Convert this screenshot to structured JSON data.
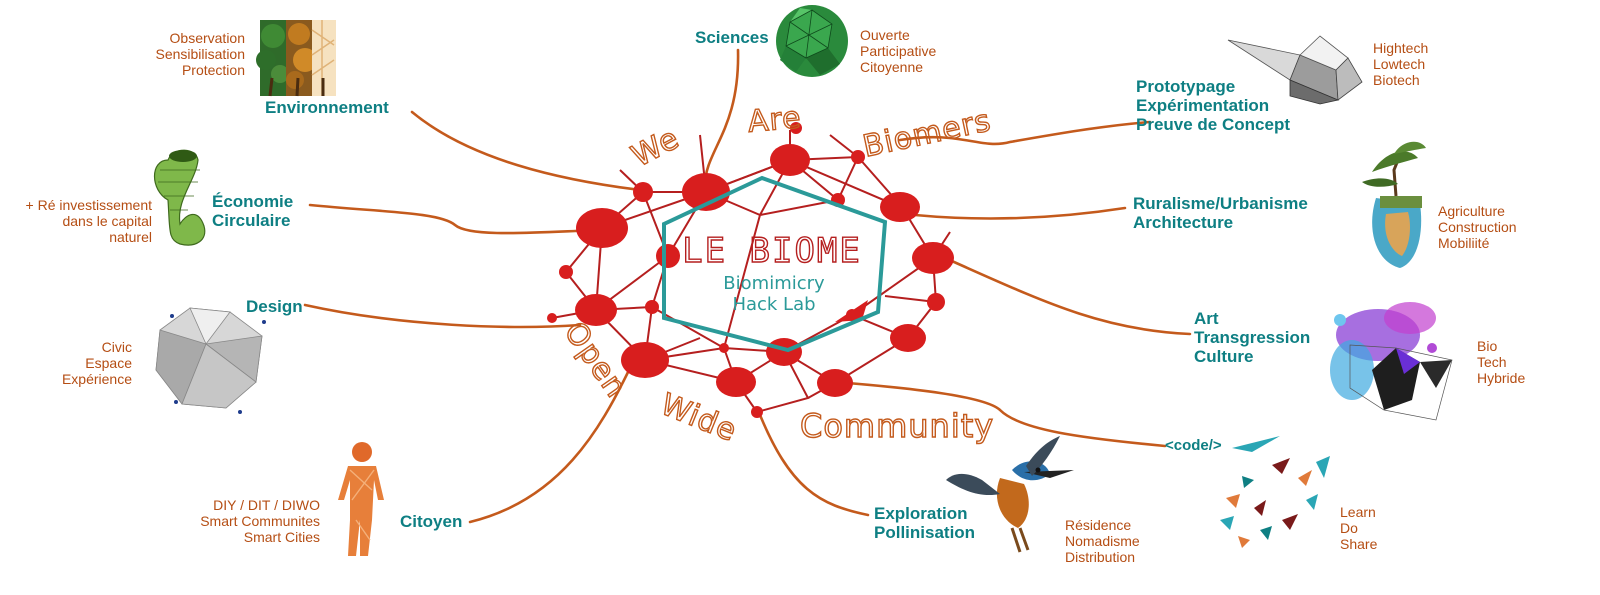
{
  "center": {
    "title": "LE BIOME",
    "subtitle_lines": [
      "Biomimicry",
      "Hack Lab"
    ]
  },
  "ring_words": [
    "We",
    "Are",
    "Biomers",
    "Open",
    "Wide",
    "Community"
  ],
  "nodes": [
    {
      "id": "environnement",
      "title_lines": [
        "Environnement"
      ],
      "sub_lines": [
        "Observation",
        "Sensibilisation",
        "Protection"
      ],
      "icon": "tree-seasons-icon"
    },
    {
      "id": "sciences",
      "title_lines": [
        "Sciences"
      ],
      "sub_lines": [
        "Ouverte",
        "Participative",
        "Citoyenne"
      ],
      "icon": "green-geodesic-sphere-icon"
    },
    {
      "id": "prototypage",
      "title_lines": [
        "Prototypage",
        "Expérimentation",
        "Preuve de Concept"
      ],
      "sub_lines": [
        "Hightech",
        "Lowtech",
        "Biotech"
      ],
      "icon": "folded-paper-shape-icon"
    },
    {
      "id": "ruralisme",
      "title_lines": [
        "Ruralisme/Urbanisme",
        "Architecture"
      ],
      "sub_lines": [
        "Agriculture",
        "Construction",
        "Mobiliité"
      ],
      "icon": "floating-island-icon"
    },
    {
      "id": "art",
      "title_lines": [
        "Art",
        "Transgression",
        "Culture"
      ],
      "sub_lines": [
        "Bio",
        "Tech",
        "Hybride"
      ],
      "icon": "paint-splash-polygon-icon"
    },
    {
      "id": "code",
      "title_lines": [
        "<code/>"
      ],
      "sub_lines": [
        "Learn",
        "Do",
        "Share"
      ],
      "icon": "scattered-shards-icon"
    },
    {
      "id": "exploration",
      "title_lines": [
        "Exploration",
        "Pollinisation"
      ],
      "sub_lines": [
        "Résidence",
        "Nomadisme",
        "Distribution"
      ],
      "icon": "kingfisher-bird-icon"
    },
    {
      "id": "citoyen",
      "title_lines": [
        "Citoyen"
      ],
      "sub_lines": [
        "DIY / DIT / DIWO",
        "Smart Communites",
        "Smart Cities"
      ],
      "icon": "human-figure-icon"
    },
    {
      "id": "design",
      "title_lines": [
        "Design"
      ],
      "sub_lines": [
        "Civic",
        "Espace",
        "Expérience"
      ],
      "icon": "crumpled-polyhedron-icon"
    },
    {
      "id": "economie",
      "title_lines": [
        "Économie",
        "Circulaire"
      ],
      "sub_lines": [
        "+ Ré investissement",
        "dans le capital",
        "naturel"
      ],
      "icon": "klein-bottle-icon"
    }
  ],
  "colors": {
    "title": "#0e7f83",
    "subtitle": "#b54e14",
    "connector": "#c45a1c",
    "network_node": "#d81e1e",
    "network_edge": "#b51f1f",
    "hexagon": "#2b9a99"
  }
}
